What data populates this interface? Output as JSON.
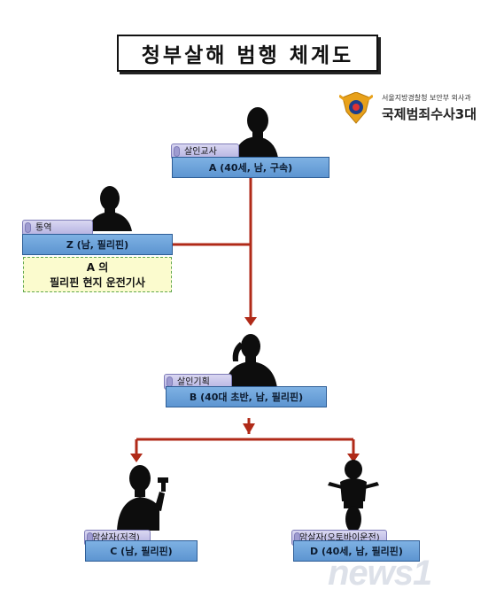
{
  "title": "청부살해 범행 체계도",
  "agency": {
    "line1": "서울지방경찰청 보안부 외사과",
    "line2": "국제범죄수사3대"
  },
  "nodes": {
    "a": {
      "role": "살인교사",
      "desc": "A (40세, 남, 구속)"
    },
    "z": {
      "role": "통역",
      "desc": "Z (남, 필리핀)",
      "note_line1": "A 의",
      "note_line2": "필리핀 현지 운전기사"
    },
    "b": {
      "role": "살인기획",
      "desc": "B (40대 초반, 남, 필리핀)"
    },
    "c": {
      "role": "암살자(저격)",
      "desc": "C (남, 필리핀)"
    },
    "d": {
      "role": "암살자(오토바이운전)",
      "desc": "D (40세, 남, 필리핀)"
    }
  },
  "watermark": "news1",
  "colors": {
    "connector": "#b02a18",
    "name_box": "#6ea4db",
    "role_tag": "#c8c5ec",
    "note_fill": "#fbfbce",
    "note_border": "#62a84f"
  }
}
